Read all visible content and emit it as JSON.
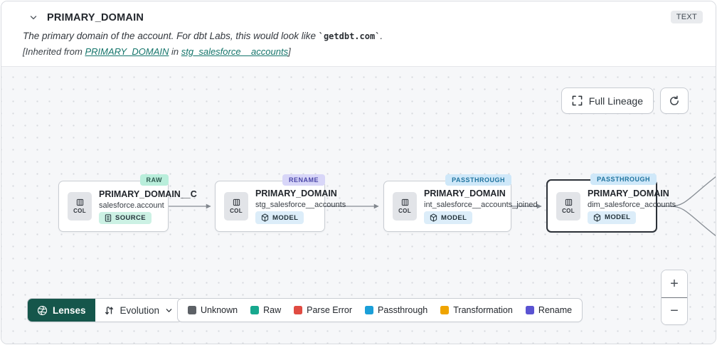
{
  "header": {
    "title": "PRIMARY_DOMAIN",
    "type_badge": "TEXT",
    "description_prefix": "The primary domain of the account. For dbt Labs, this would look like ",
    "description_code": "`getdbt.com`",
    "description_suffix": ".",
    "inherited_prefix": "[Inherited from ",
    "inherited_link_column": "PRIMARY_DOMAIN",
    "inherited_middle": " in ",
    "inherited_link_model": "stg_salesforce__accounts",
    "inherited_suffix": "]"
  },
  "canvas": {
    "full_lineage_label": "Full Lineage",
    "zoom_in_label": "+",
    "zoom_out_label": "−",
    "nodes": [
      {
        "title": "PRIMARY_DOMAIN__C",
        "subtitle": "salesforce.account",
        "resource_type": "SOURCE",
        "evolution_badge": "RAW",
        "col_label": "COL"
      },
      {
        "title": "PRIMARY_DOMAIN",
        "subtitle": "stg_salesforce__accounts",
        "resource_type": "MODEL",
        "evolution_badge": "RENAME",
        "col_label": "COL"
      },
      {
        "title": "PRIMARY_DOMAIN",
        "subtitle": "int_salesforce__accounts_joined",
        "resource_type": "MODEL",
        "evolution_badge": "PASSTHROUGH",
        "col_label": "COL"
      },
      {
        "title": "PRIMARY_DOMAIN",
        "subtitle": "dim_salesforce_accounts",
        "resource_type": "MODEL",
        "evolution_badge": "PASSTHROUGH",
        "col_label": "COL"
      }
    ]
  },
  "toolbar": {
    "lenses_label": "Lenses",
    "selected_lens": "Evolution"
  },
  "legend": {
    "items": [
      {
        "label": "Unknown",
        "color": "#5d6166"
      },
      {
        "label": "Raw",
        "color": "#17a88e"
      },
      {
        "label": "Parse Error",
        "color": "#e04b42"
      },
      {
        "label": "Passthrough",
        "color": "#1b9fd8"
      },
      {
        "label": "Transformation",
        "color": "#efa400"
      },
      {
        "label": "Rename",
        "color": "#5a53d2"
      }
    ]
  }
}
